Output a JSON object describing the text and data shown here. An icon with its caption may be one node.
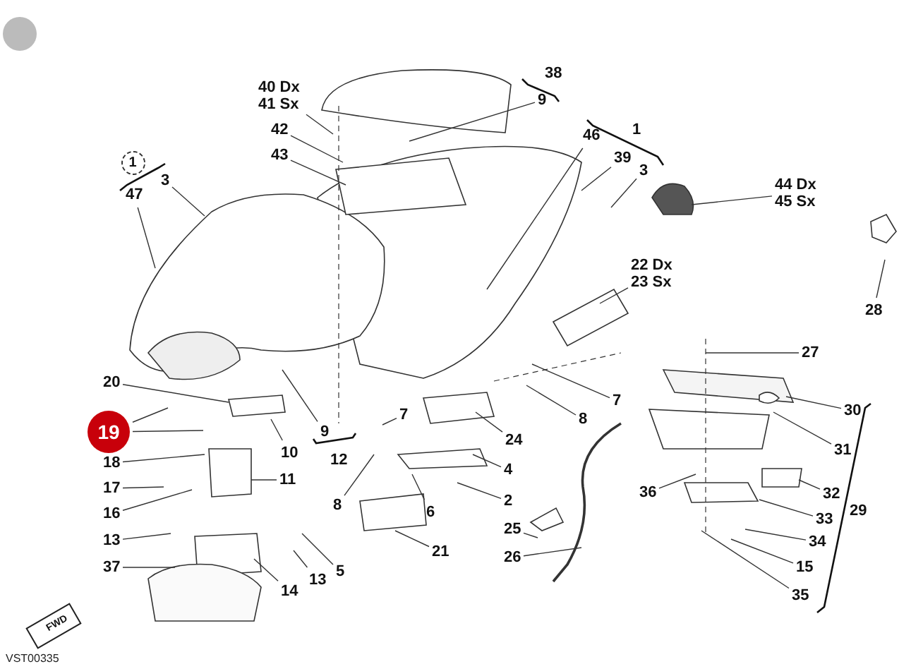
{
  "diagram": {
    "nodes": [
      {
        "text": [
          "40 Dx 41 Sx"
        ]
      },
      {
        "text": [
          "9"
        ]
      },
      {
        "text": [
          "46"
        ]
      },
      {
        "text": [
          "42"
        ]
      },
      {
        "text": [
          "43"
        ]
      },
      {
        "text": [
          "39"
        ]
      },
      {
        "text": [
          "3"
        ]
      },
      {
        "text": [
          "3"
        ]
      },
      {
        "text": [
          "47"
        ]
      },
      {
        "text": [
          "44 Dx 45 Sx"
        ]
      },
      {
        "text": [
          "22 Dx 23 Sx"
        ]
      },
      {
        "text": [
          "28"
        ]
      },
      {
        "text": [
          "27"
        ]
      },
      {
        "text": [
          "20"
        ]
      },
      {
        "text": [
          "7"
        ]
      },
      {
        "text": [
          "7"
        ]
      },
      {
        "text": [
          "30"
        ]
      },
      {
        "text": [
          "8"
        ]
      },
      {
        "text": [
          "19"
        ]
      },
      {
        "text": [
          "9"
        ]
      },
      {
        "text": [
          "24"
        ]
      },
      {
        "text": [
          "31"
        ]
      },
      {
        "text": [
          "10"
        ]
      },
      {
        "text": [
          "18"
        ]
      },
      {
        "text": [
          "4"
        ]
      },
      {
        "text": [
          "11"
        ]
      },
      {
        "text": [
          "17"
        ]
      },
      {
        "text": [
          "36"
        ]
      },
      {
        "text": [
          "32"
        ]
      },
      {
        "text": [
          "2"
        ]
      },
      {
        "text": [
          "8"
        ]
      },
      {
        "text": [
          "6"
        ]
      },
      {
        "text": [
          "16"
        ]
      },
      {
        "text": [
          "33"
        ]
      },
      {
        "text": [
          "25"
        ]
      },
      {
        "text": [
          "13"
        ]
      },
      {
        "text": [
          "34"
        ]
      },
      {
        "text": [
          "21"
        ]
      },
      {
        "text": [
          "26"
        ]
      },
      {
        "text": [
          "15"
        ]
      },
      {
        "text": [
          "37"
        ]
      },
      {
        "text": [
          "5"
        ]
      },
      {
        "text": [
          "13"
        ]
      },
      {
        "text": [
          "14"
        ]
      },
      {
        "text": [
          "35"
        ]
      }
    ],
    "edges": [
      {
        "from": 0,
        "to": null,
        "arrow": "none"
      },
      {
        "from": 1,
        "to": null,
        "arrow": "none"
      },
      {
        "from": 2,
        "to": null,
        "arrow": "none"
      },
      {
        "from": 3,
        "to": null,
        "arrow": "none"
      },
      {
        "from": 4,
        "to": null,
        "arrow": "none"
      },
      {
        "from": 5,
        "to": null,
        "arrow": "none"
      },
      {
        "from": 6,
        "to": null,
        "arrow": "none"
      },
      {
        "from": 7,
        "to": null,
        "arrow": "none"
      },
      {
        "from": 8,
        "to": null,
        "arrow": "none"
      },
      {
        "from": 9,
        "to": null,
        "arrow": "none"
      },
      {
        "from": 10,
        "to": null,
        "arrow": "none"
      },
      {
        "from": 11,
        "to": null,
        "arrow": "none"
      },
      {
        "from": 12,
        "to": null,
        "arrow": "none"
      },
      {
        "from": 13,
        "to": null,
        "arrow": "none"
      },
      {
        "from": 14,
        "to": null,
        "arrow": "none"
      },
      {
        "from": 15,
        "to": null,
        "arrow": "none"
      },
      {
        "from": 16,
        "to": null,
        "arrow": "none"
      },
      {
        "from": 17,
        "to": null,
        "arrow": "none"
      },
      {
        "from": 18,
        "to": null,
        "arrow": "none"
      },
      {
        "from": 18,
        "to": null,
        "arrow": "none"
      },
      {
        "from": 19,
        "to": null,
        "arrow": "none"
      },
      {
        "from": 20,
        "to": null,
        "arrow": "none"
      },
      {
        "from": 21,
        "to": null,
        "arrow": "none"
      },
      {
        "from": 22,
        "to": null,
        "arrow": "none"
      },
      {
        "from": 23,
        "to": null,
        "arrow": "none"
      },
      {
        "from": 24,
        "to": null,
        "arrow": "none"
      },
      {
        "from": 25,
        "to": null,
        "arrow": "none"
      },
      {
        "from": 26,
        "to": null,
        "arrow": "none"
      },
      {
        "from": 27,
        "to": null,
        "arrow": "none"
      },
      {
        "from": 28,
        "to": null,
        "arrow": "none"
      },
      {
        "from": 29,
        "to": null,
        "arrow": "none"
      },
      {
        "from": 30,
        "to": null,
        "arrow": "none"
      },
      {
        "from": 31,
        "to": null,
        "arrow": "none"
      },
      {
        "from": 32,
        "to": null,
        "arrow": "none"
      },
      {
        "from": 33,
        "to": null,
        "arrow": "none"
      },
      {
        "from": 34,
        "to": null,
        "arrow": "none"
      },
      {
        "from": 35,
        "to": null,
        "arrow": "none"
      },
      {
        "from": 36,
        "to": null,
        "arrow": "none"
      },
      {
        "from": 37,
        "to": null,
        "arrow": "none"
      },
      {
        "from": 38,
        "to": null,
        "arrow": "none"
      },
      {
        "from": 39,
        "to": null,
        "arrow": "none"
      },
      {
        "from": 40,
        "to": null,
        "arrow": "none"
      },
      {
        "from": 41,
        "to": null,
        "arrow": "none"
      },
      {
        "from": 42,
        "to": null,
        "arrow": "none"
      },
      {
        "from": 43,
        "to": null,
        "arrow": "none"
      },
      {
        "from": 44,
        "to": null,
        "arrow": "none"
      }
    ],
    "labels": [
      "38",
      "1",
      "1",
      "12",
      "29",
      "FWD",
      "VST00335"
    ]
  }
}
